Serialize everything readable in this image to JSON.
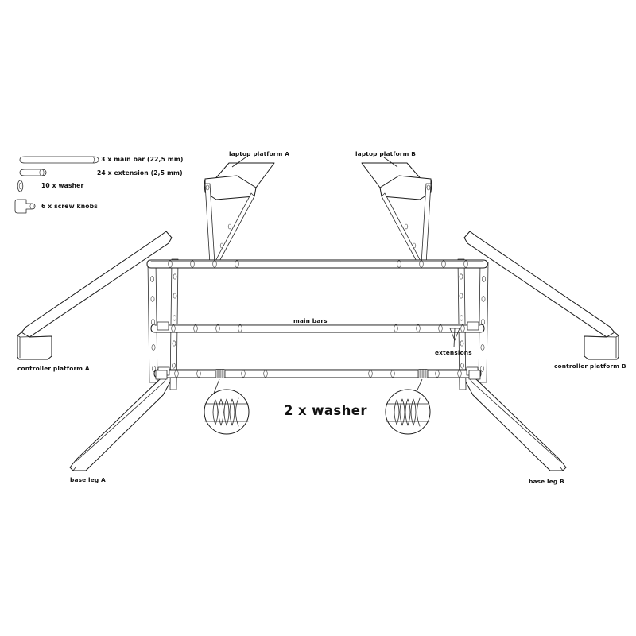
{
  "diagram": {
    "title": "laptop stand assembly exploded diagram",
    "background_color": "#ffffff",
    "line_color": "#1a1a1a"
  },
  "legend": {
    "items": [
      {
        "id": "main-bar",
        "label": "3 x main bar (22,5 mm)",
        "count": 3,
        "part": "main bar",
        "size": "22,5 mm"
      },
      {
        "id": "extension",
        "label": "24 x extension (2,5 mm)",
        "count": 24,
        "part": "extension",
        "size": "2,5 mm"
      },
      {
        "id": "washer",
        "label": "10 x washer",
        "count": 10,
        "part": "washer",
        "size": ""
      },
      {
        "id": "screw-knob",
        "label": "6 x screw knobs",
        "count": 6,
        "part": "screw knobs",
        "size": ""
      }
    ]
  },
  "callouts": {
    "laptop_platform_a": "laptop platform A",
    "laptop_platform_b": "laptop platform B",
    "controller_platform_a": "controller platform A",
    "controller_platform_b": "controller platform B",
    "base_leg_a": "base leg A",
    "base_leg_b": "base leg B",
    "main_bars": "main bars",
    "extensions": "extensions",
    "washer_detail": "2 x washer"
  }
}
